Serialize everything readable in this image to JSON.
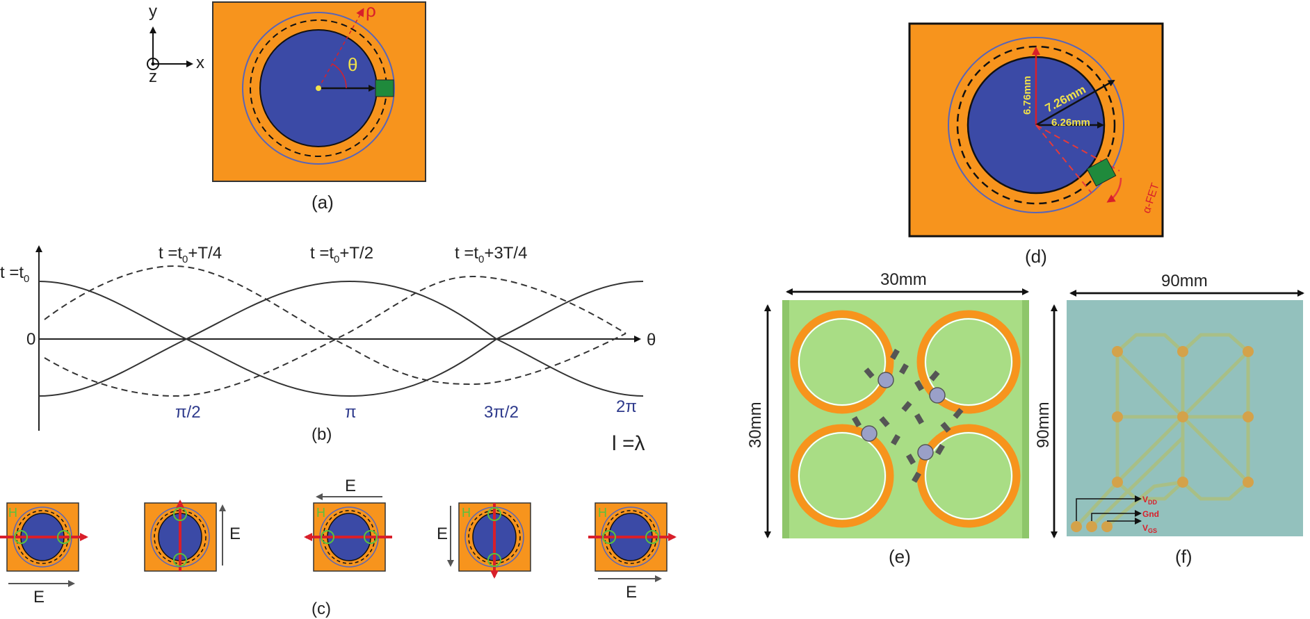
{
  "panel_a": {
    "caption": "(a)",
    "axis_y": "y",
    "axis_x": "x",
    "axis_z": "z",
    "rho": "ρ",
    "theta": "θ"
  },
  "panel_b": {
    "caption": "(b)",
    "t0_label": "t =t",
    "t0_sub": "0",
    "t1_label_pre": "t =t",
    "t1_sub": "0",
    "t1_label_post": "+T/4",
    "t2_label_pre": "t =t",
    "t2_sub": "0",
    "t2_label_post": "+T/2",
    "t3_label_pre": "t =t",
    "t3_sub": "0",
    "t3_label_post": "+3T/4",
    "zero": "0",
    "theta": "θ",
    "ticks": [
      "π/2",
      "π",
      "3π/2",
      "2π"
    ],
    "condition": "l =λ"
  },
  "panel_c": {
    "caption": "(c)",
    "field_label": "E",
    "h_label": "H"
  },
  "panel_d": {
    "caption": "(d)",
    "dim_1": "6.76mm",
    "dim_2": "7.26mm",
    "dim_3": "6.26mm",
    "device": "α-FET"
  },
  "panel_e": {
    "caption": "(e)",
    "width": "30mm",
    "height": "30mm"
  },
  "panel_f": {
    "caption": "(f)",
    "width": "90mm",
    "height": "90mm",
    "vdd": "V",
    "vdd_sub": "DD",
    "gnd": "Gnd",
    "vgs": "V",
    "vgs_sub": "GS"
  },
  "colors": {
    "substrate": "#f7941d",
    "disk": "#3b4aa6",
    "ring_line": "#5865b8",
    "fet": "#1f8a3c",
    "arrow_red": "#d81f2a",
    "board_e": "#a9dd85",
    "board_f": "#93c1bd"
  }
}
